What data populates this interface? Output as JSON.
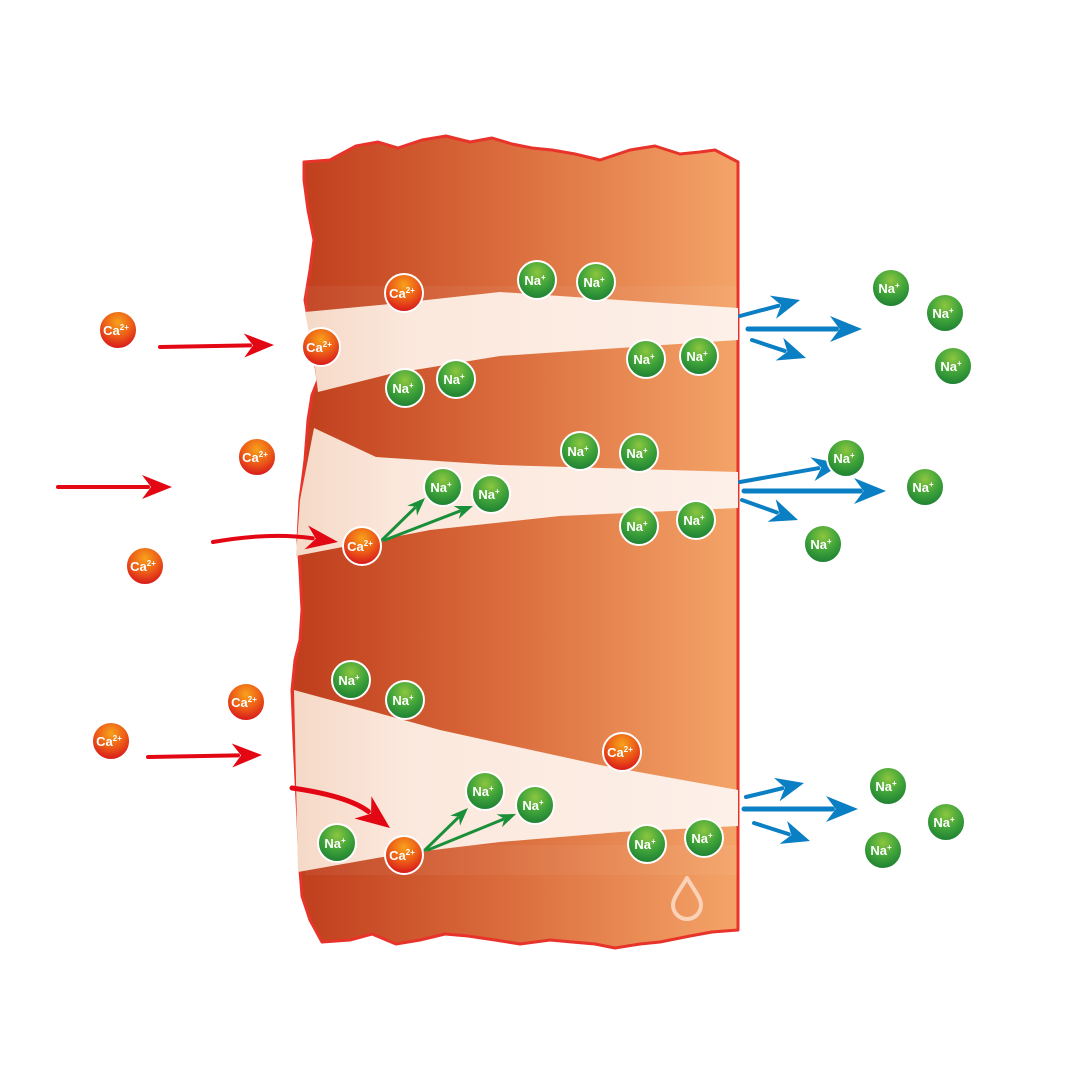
{
  "ions": {
    "calcium": {
      "symbol": "Ca",
      "charge": "2+"
    },
    "sodium": {
      "symbol": "Na",
      "charge": "+"
    }
  },
  "colors": {
    "calcium_fill": "#e2231a",
    "calcium_highlight": "#f7a21b",
    "sodium_fill": "#2e9a3e",
    "sodium_highlight": "#7ac943",
    "inflow_arrow": "#e30613",
    "exchange_arrow": "#1a8f3a",
    "outflow_arrow": "#0a7fc4",
    "material_dark": "#c0401e",
    "material_light": "#f4a468",
    "material_edge": "#e8332a",
    "channel_fill": "#fbe7dc"
  },
  "icons": {
    "water_drop": "water-drop-icon"
  }
}
